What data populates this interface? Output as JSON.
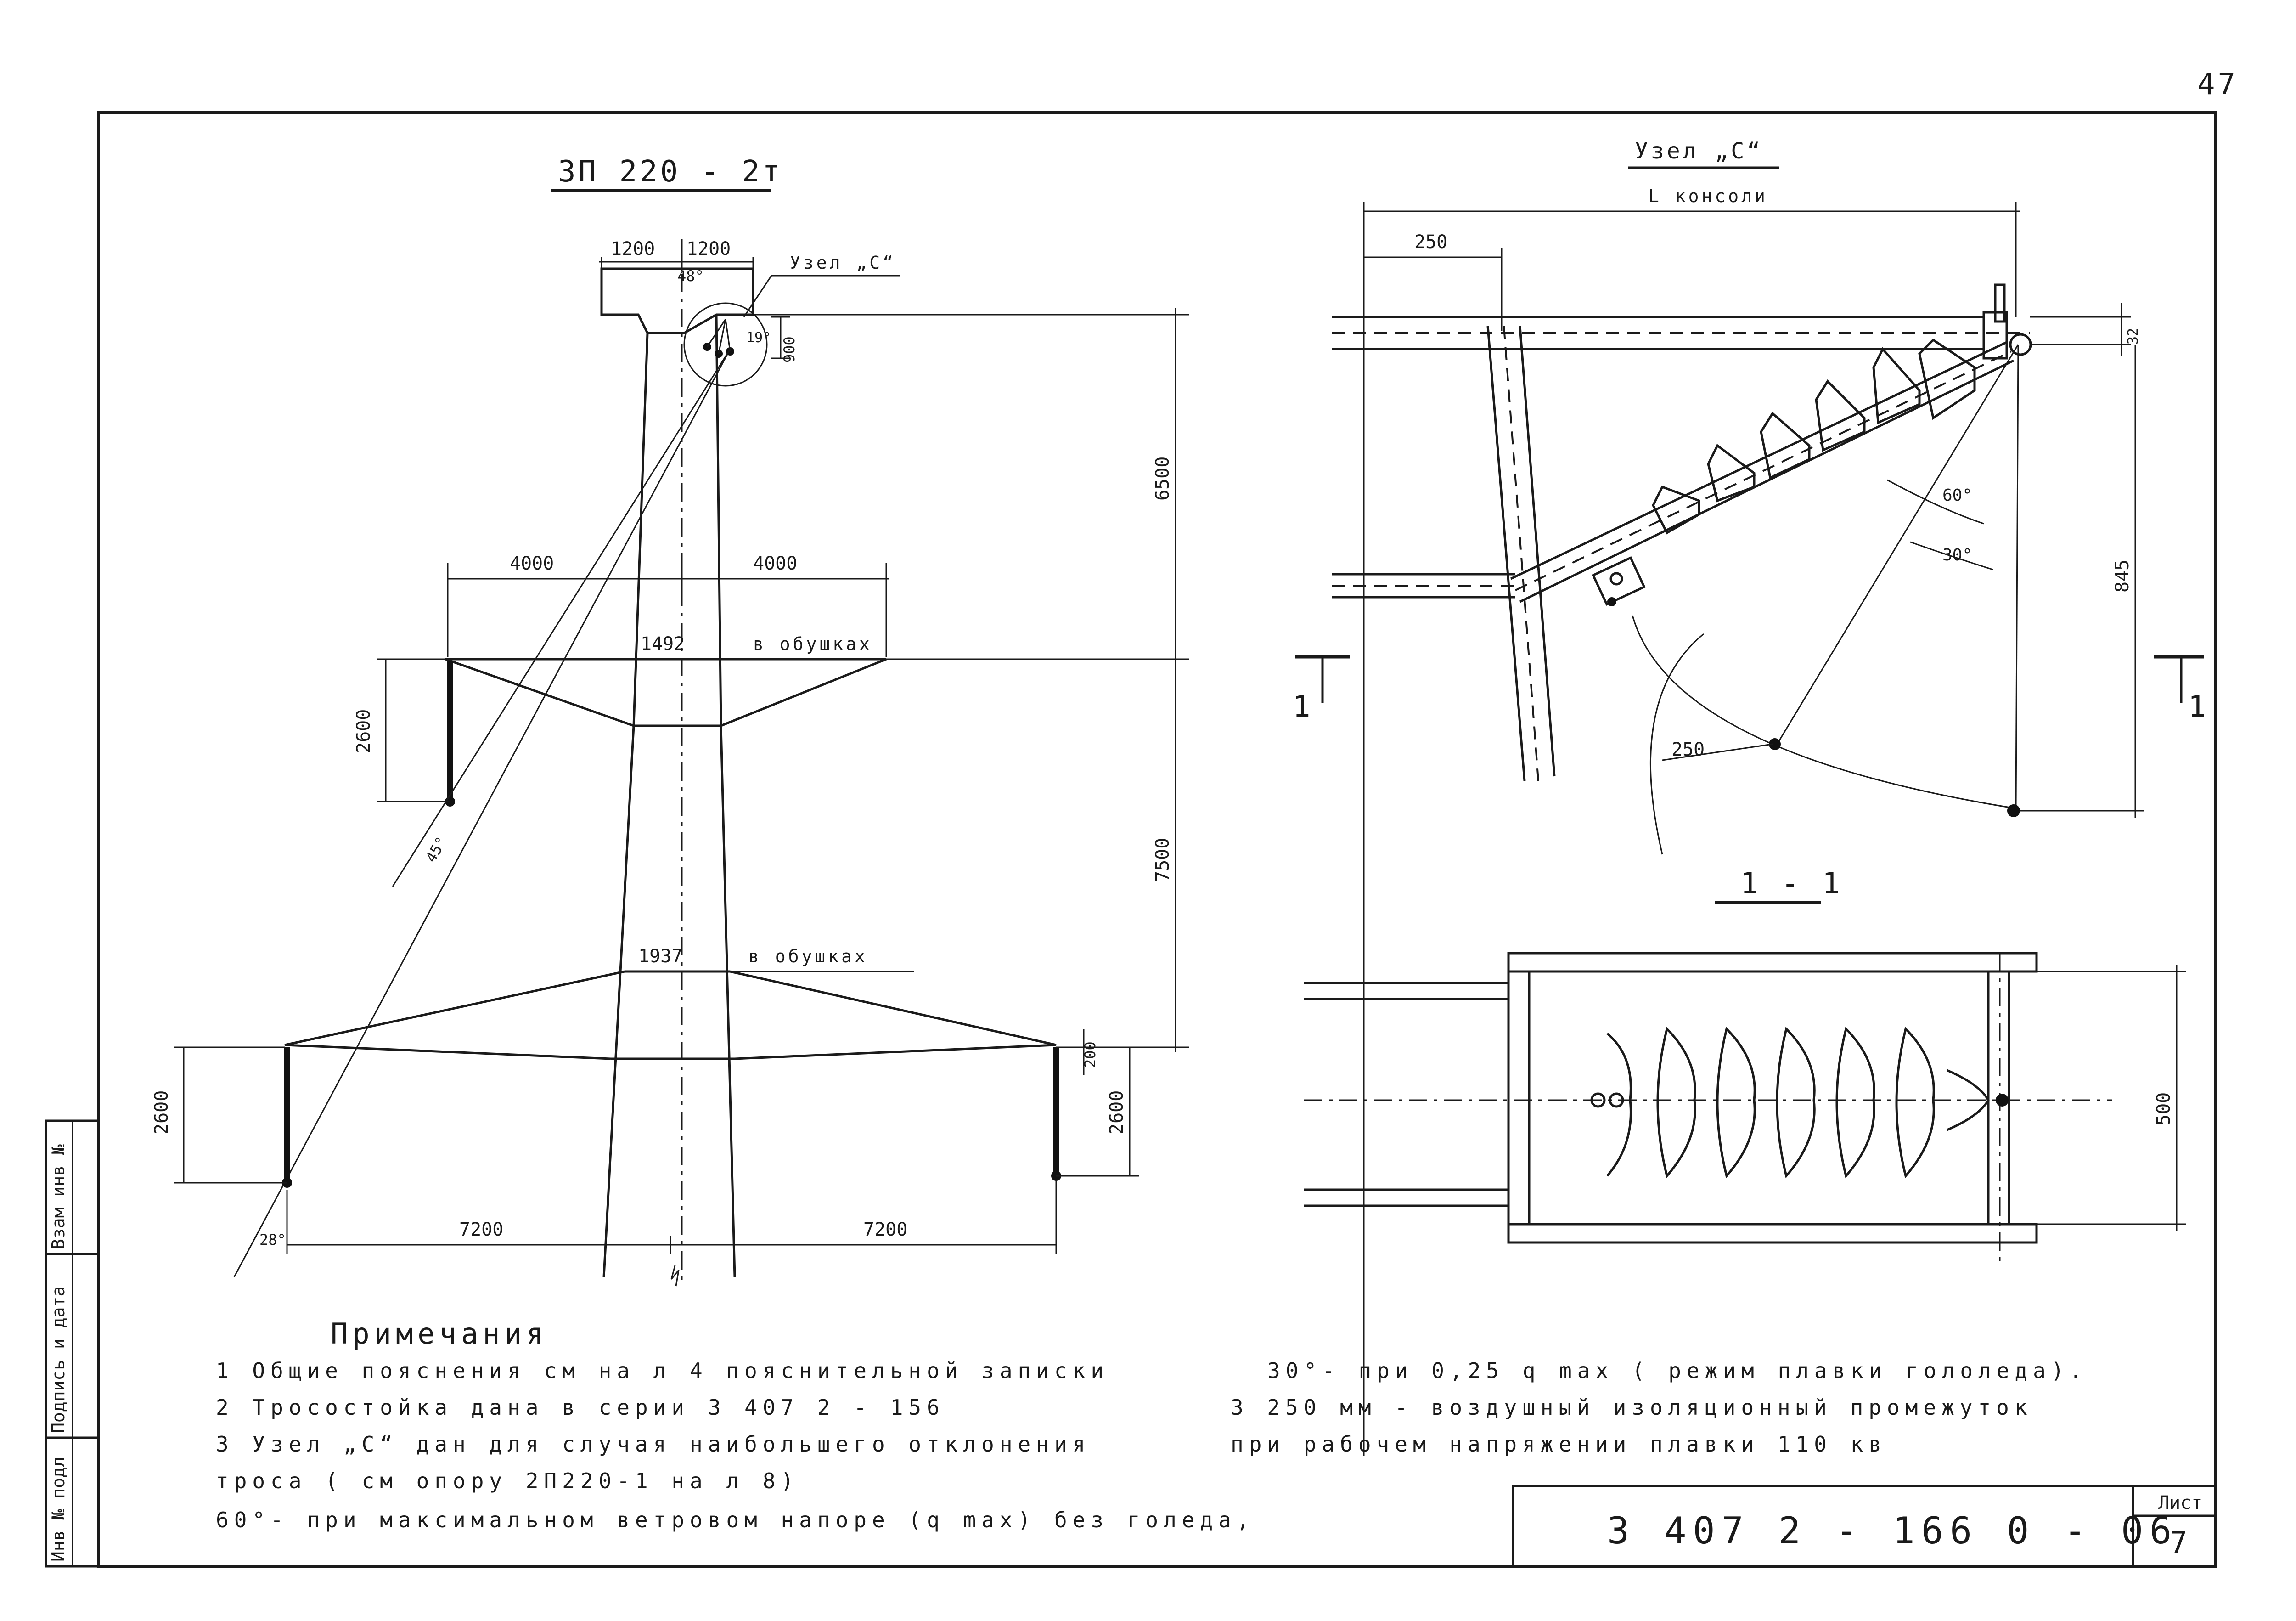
{
  "page_number": "47",
  "sheet": {
    "label": "Лист",
    "number": "7"
  },
  "document_code": "3 407 2 - 166 0 - 06",
  "side_stamp": [
    "Инв № подл",
    "Подпись и дата",
    "Взам инв №"
  ],
  "tower": {
    "title": "ЗП 220 - 2т",
    "node_ref": "Узел „С“",
    "dims": {
      "top_left": "1200",
      "top_right": "1200",
      "angle_top": "48°",
      "angle_node": "19°",
      "h_node": "900",
      "h_upper": "6500",
      "h_lower": "7500",
      "upper_arm_left": "4000",
      "upper_arm_right": "4000",
      "upper_width": "1492",
      "upper_note": "в обушках",
      "upper_hanger": "2600",
      "upper_angle": "45°",
      "lower_width": "1937",
      "lower_note": "в обушках",
      "lower_hanger_left": "2600",
      "lower_hanger_right": "2600",
      "lower_offset": "200",
      "lower_angle": "28°",
      "lower_arm_left": "7200",
      "lower_arm_right": "7200"
    }
  },
  "node": {
    "title": "Узел „С“",
    "console_len": "L консоли",
    "d250_top": "250",
    "d32": "32",
    "d845": "845",
    "a60": "60°",
    "a30": "30°",
    "r250": "250",
    "section_mark": "1",
    "section_mark_right": "1",
    "section_title": "1 - 1",
    "d500": "500"
  },
  "notes": {
    "title": "Примечания",
    "items": [
      "1  Общие пояснения см на л 4 пояснительной записки",
      "2  Тросостойка дана в серии 3 407 2 - 156",
      "3  Узел „С“ дан для случая наибольшего отклонения",
      "    троса ( см опору 2П220-1 на л 8)",
      "    60°- при максимальном ветровом напоре (q max) без голеда,"
    ],
    "right_items": [
      "30°- при 0,25 q max ( режим плавки гололеда).",
      "3  250 мм - воздушный изоляционный промежуток",
      "    при рабочем напряжении плавки 110 кв"
    ]
  }
}
